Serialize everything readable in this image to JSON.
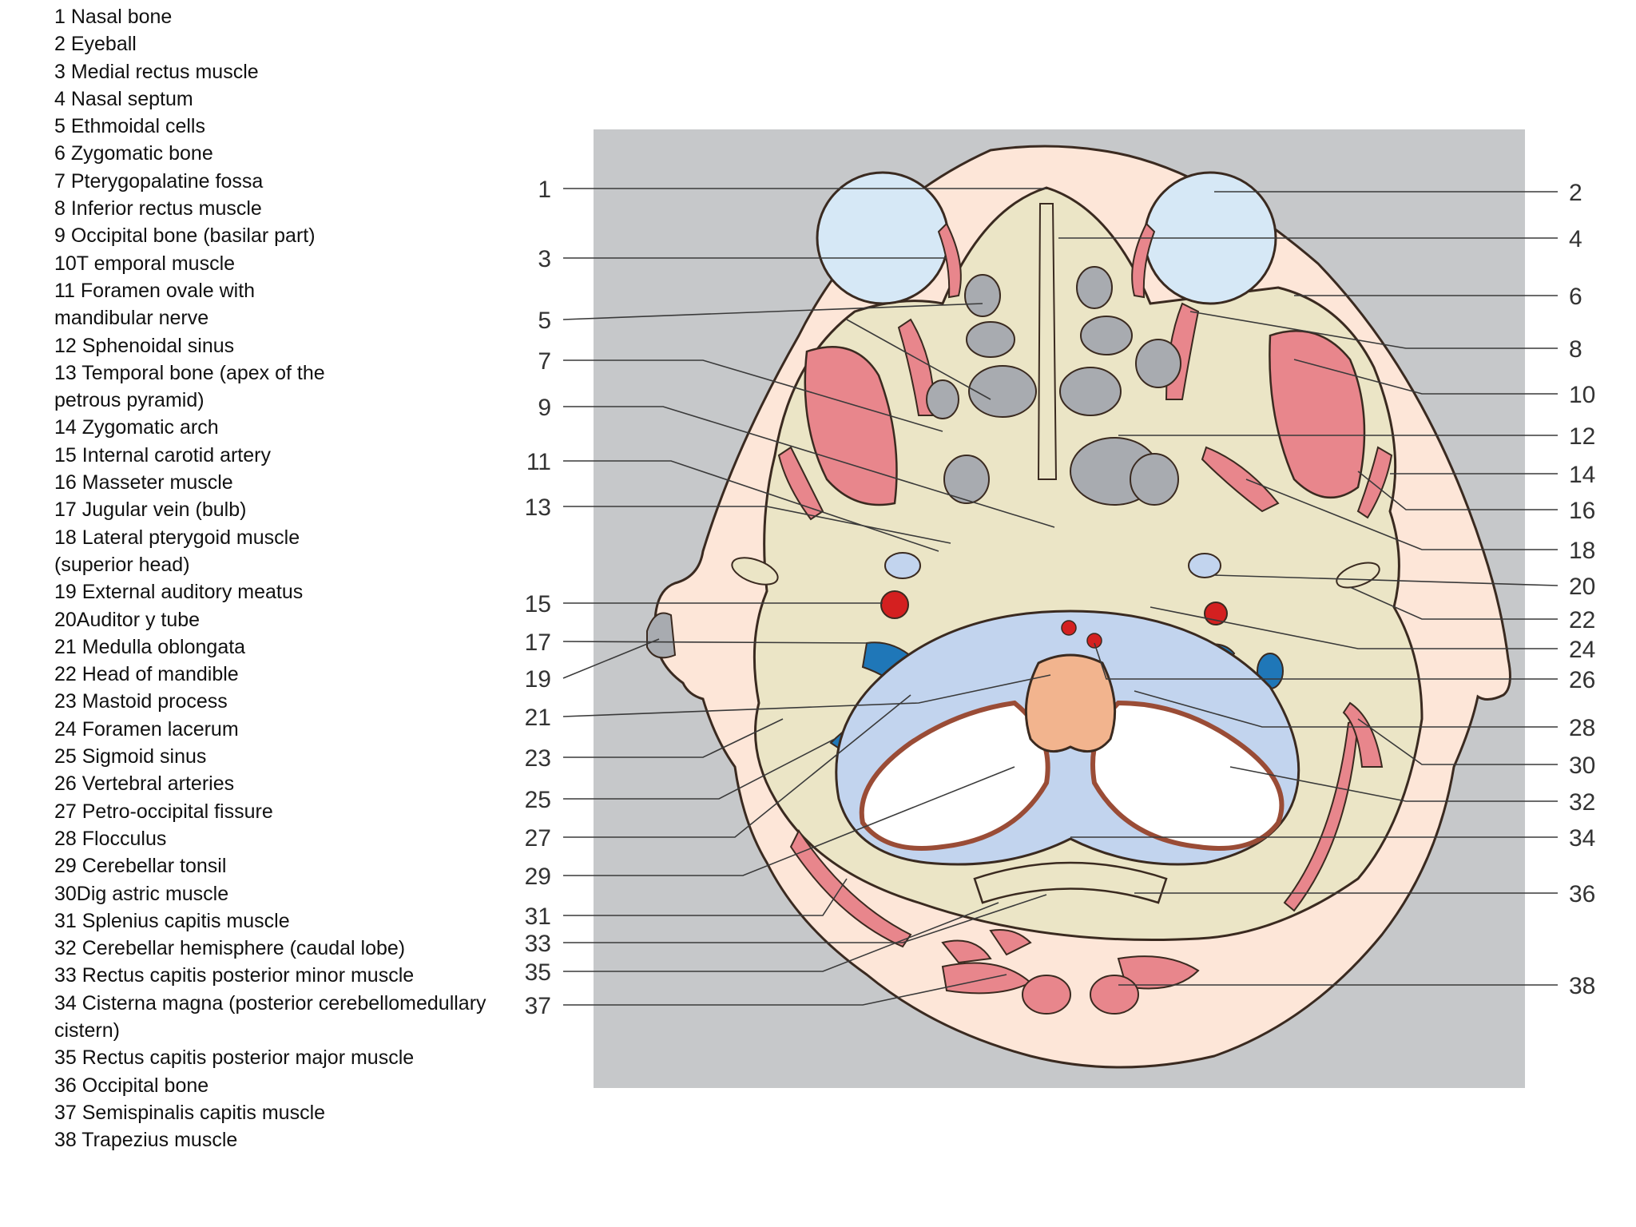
{
  "legend": [
    "1 Nasal bone",
    "2 Eyeball",
    "3 Medial rectus muscle",
    "4 Nasal septum",
    "5 Ethmoidal cells",
    "6 Zygomatic bone",
    "7 Pterygopalatine fossa",
    "8 Inferior rectus muscle",
    "9 Occipital bone (basilar part)",
    "10T emporal muscle",
    "11 Foramen ovale with",
    "mandibular nerve",
    "12 Sphenoidal sinus",
    "13 Temporal bone (apex of the",
    "petrous pyramid)",
    "14 Zygomatic arch",
    "15 Internal carotid artery",
    "16 Masseter muscle",
    "17 Jugular vein (bulb)",
    "18 Lateral pterygoid muscle",
    "(superior head)",
    "19 External auditory meatus",
    "20Auditor y tube",
    "21 Medulla oblongata",
    "22 Head of mandible",
    "23 Mastoid process",
    "24 Foramen lacerum",
    "25 Sigmoid sinus",
    "26 Vertebral arteries",
    "27 Petro-occipital fissure",
    "28 Flocculus",
    "29 Cerebellar tonsil",
    "30Dig astric muscle",
    "31 Splenius capitis muscle",
    "32 Cerebellar hemisphere (caudal lobe)",
    "33 Rectus capitis posterior minor muscle",
    "34 Cisterna magna (posterior cerebellomedullary",
    "cistern)",
    "35 Rectus capitis posterior major muscle",
    "36 Occipital bone",
    "37 Semispinalis capitis muscle",
    "38 Trapezius muscle"
  ],
  "callouts": {
    "left": [
      "1",
      "3",
      "5",
      "7",
      "9",
      "11",
      "13",
      "15",
      "17",
      "19",
      "21",
      "23",
      "25",
      "27",
      "29",
      "31",
      "33",
      "35",
      "37"
    ],
    "right": [
      "2",
      "4",
      "6",
      "8",
      "10",
      "12",
      "14",
      "16",
      "18",
      "20",
      "22",
      "24",
      "26",
      "28",
      "30",
      "32",
      "34",
      "36",
      "38"
    ]
  },
  "colors": {
    "panel_background": "#c6c8ca",
    "skin": "#fde6d8",
    "bone": "#ebe5c6",
    "muscle": "#e8868c",
    "sinus_air": "#a8abb0",
    "eyeball": "#d6e8f6",
    "csf": "#c2d4ee",
    "vein": "#1f77b8",
    "artery": "#d42020",
    "medulla": "#f2b48e",
    "cerebellum_white": "#ffffff",
    "cerebellum_cortex": "#9a4c36"
  }
}
